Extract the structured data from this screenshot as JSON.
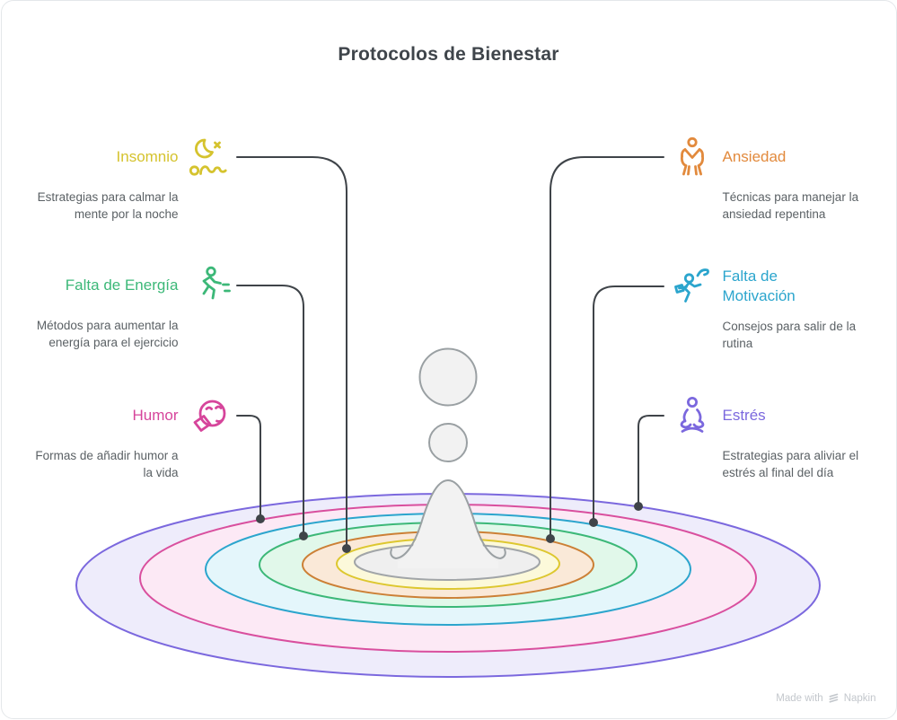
{
  "title": "Protocolos de Bienestar",
  "title_color": "#3f454b",
  "desc_color": "#5b6165",
  "connector_color": "#3f4449",
  "items": {
    "insomnio": {
      "label": "Insomnio",
      "desc": "Estrategias para calmar la mente por la noche",
      "color": "#d5c32e",
      "icon": "sleepless-moon"
    },
    "energia": {
      "label": "Falta de Energía",
      "desc": "Métodos para aumentar la energía para el ejercicio",
      "color": "#3cb878",
      "icon": "runner"
    },
    "humor": {
      "label": "Humor",
      "desc": "Formas de añadir humor a la vida",
      "color": "#d6459b",
      "icon": "laughing-face"
    },
    "ansiedad": {
      "label": "Ansiedad",
      "desc": "Técnicas para manejar la ansiedad repentina",
      "color": "#e28a3d",
      "icon": "anxious-person"
    },
    "motivacion": {
      "label": "Falta de Motivación",
      "desc": "Consejos para salir de la rutina",
      "color": "#2ba5cd",
      "icon": "person-breaking-out"
    },
    "estres": {
      "label": "Estrés",
      "desc": "Estrategias para aliviar el estrés al final del día",
      "color": "#7b68de",
      "icon": "meditating-person"
    }
  },
  "rings": {
    "purple": {
      "stroke": "#7b68de",
      "fill": "#eeecfb"
    },
    "pink": {
      "stroke": "#d94f9e",
      "fill": "#fce9f5"
    },
    "cyan": {
      "stroke": "#2ba5cd",
      "fill": "#e4f6fb"
    },
    "green": {
      "stroke": "#3cb878",
      "fill": "#e1f8ea"
    },
    "orange": {
      "stroke": "#cc8036",
      "fill": "#fae9d8"
    },
    "yellow": {
      "stroke": "#ddc72f",
      "fill": "#fcf9da"
    },
    "gray": {
      "stroke": "#a1a5a8",
      "fill": "#efefef"
    }
  },
  "splash": {
    "stroke": "#9aa0a3",
    "fill": "#f2f2f2"
  },
  "credit": {
    "made_with": "Made with",
    "brand": "Napkin",
    "color": "#c3c7cc"
  }
}
